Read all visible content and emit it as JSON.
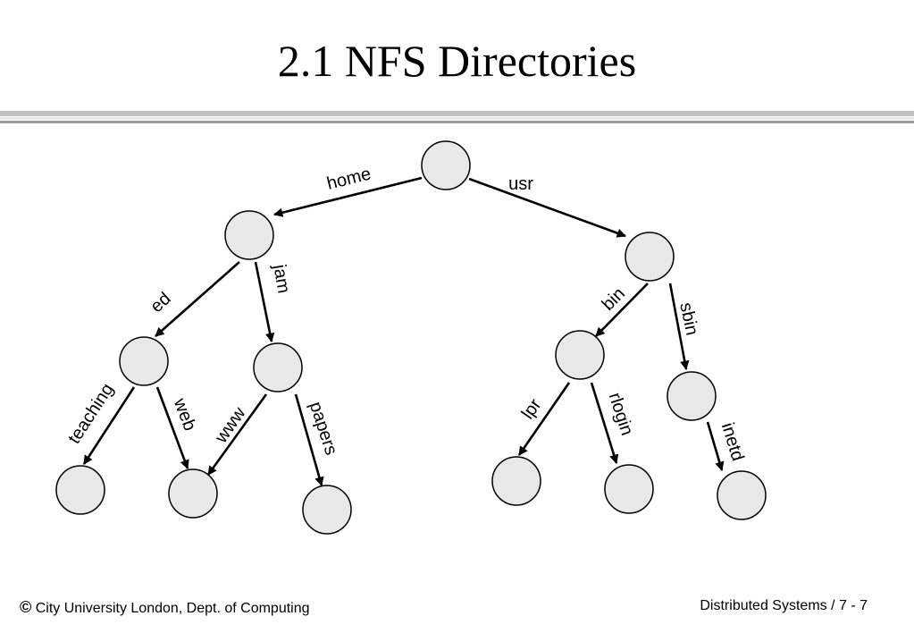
{
  "title": "2.1 NFS Directories",
  "tree": {
    "edges": [
      {
        "id": "home",
        "label": "home"
      },
      {
        "id": "usr",
        "label": "usr"
      },
      {
        "id": "ed",
        "label": "ed"
      },
      {
        "id": "jam",
        "label": "jam"
      },
      {
        "id": "bin",
        "label": "bin"
      },
      {
        "id": "sbin",
        "label": "sbin"
      },
      {
        "id": "teaching",
        "label": "teaching"
      },
      {
        "id": "web",
        "label": "web"
      },
      {
        "id": "www",
        "label": "www"
      },
      {
        "id": "papers",
        "label": "papers"
      },
      {
        "id": "lpr",
        "label": "lpr"
      },
      {
        "id": "rlogin",
        "label": "rlogin"
      },
      {
        "id": "inetd",
        "label": "inetd"
      }
    ]
  },
  "footer": {
    "copyright_symbol": "©",
    "left": " City University London, Dept. of Computing",
    "right": "Distributed Systems / 7 - 7"
  }
}
